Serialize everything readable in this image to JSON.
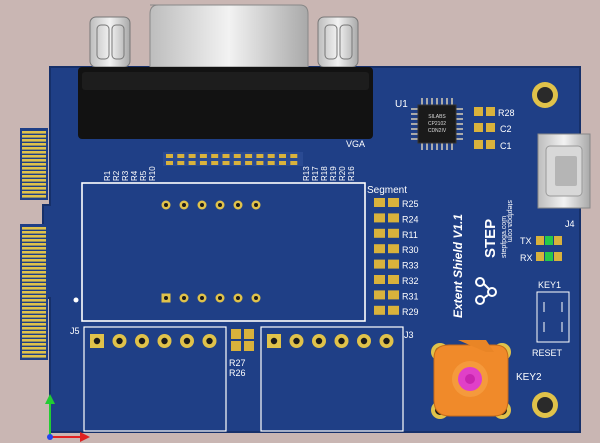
{
  "board": {
    "connector_label": "VGA",
    "chip_label": "U1",
    "chip_marking": [
      "SILABS",
      "CP2102",
      "CDN2IV"
    ],
    "segment_label": "Segment",
    "cap_labels": [
      "R28",
      "C2",
      "C1"
    ],
    "usb_label": "J4",
    "tx_label": "TX",
    "rx_label": "RX",
    "key1_label": "KEY1",
    "reset_label": "RESET",
    "key2_label": "KEY2",
    "j5_label": "J5",
    "j3_label": "J3",
    "r27_label": "R27",
    "r26_label": "R26",
    "top_resistors": [
      "R1",
      "R2",
      "R3",
      "R4",
      "R5",
      "R10"
    ],
    "top_resistors_right": [
      "R13",
      "R17",
      "R18",
      "R19",
      "R20",
      "R16"
    ],
    "segment_resistors": [
      "R25",
      "R24",
      "R11",
      "R30",
      "R33",
      "R32",
      "R31",
      "R29"
    ],
    "title": "Extent Shield V1.1",
    "brand": "STEP",
    "brand_url": "stepfpga.com"
  },
  "colors": {
    "pcb": "#1f3f86",
    "pcb_edge": "#16306a",
    "gold": "#e0c24a",
    "background": "#c9b6b3",
    "joystick": "#f08a2a",
    "joystick_cap": "#e040c8"
  }
}
